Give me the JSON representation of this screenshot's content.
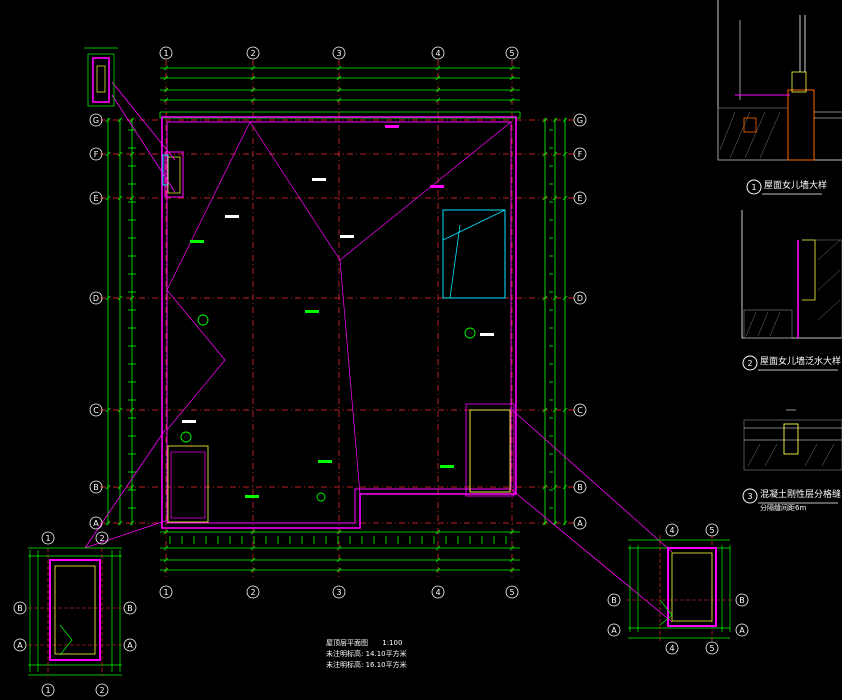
{
  "plan": {
    "axes_top": [
      "1",
      "2",
      "3",
      "4",
      "5"
    ],
    "axes_side": [
      "G",
      "F",
      "E",
      "D",
      "C",
      "B",
      "A"
    ],
    "colors": {
      "wall": "#ff00ff",
      "dim": "#00ff00",
      "grid": "#ff2d2d",
      "detail_line": "#9aff9a",
      "cyan": "#00e5ff",
      "yellow": "#ffff44"
    }
  },
  "details": [
    {
      "number": "1",
      "title": "屋面女儿墙大样"
    },
    {
      "number": "2",
      "title": "屋面女儿墙泛水大样"
    },
    {
      "number": "3",
      "title": "混凝土刚性层分格缝",
      "subtitle": "分隔缝间距6m"
    }
  ],
  "notes": {
    "title": "屋顶层平面图",
    "scale": "1:100",
    "line1": "未注明标高: 14.10平方米",
    "line2": "未注明标高: 16.10平方米"
  },
  "icons": {
    "section_marker": "section-marker-icon",
    "detail_bubble": "detail-bubble-icon"
  }
}
